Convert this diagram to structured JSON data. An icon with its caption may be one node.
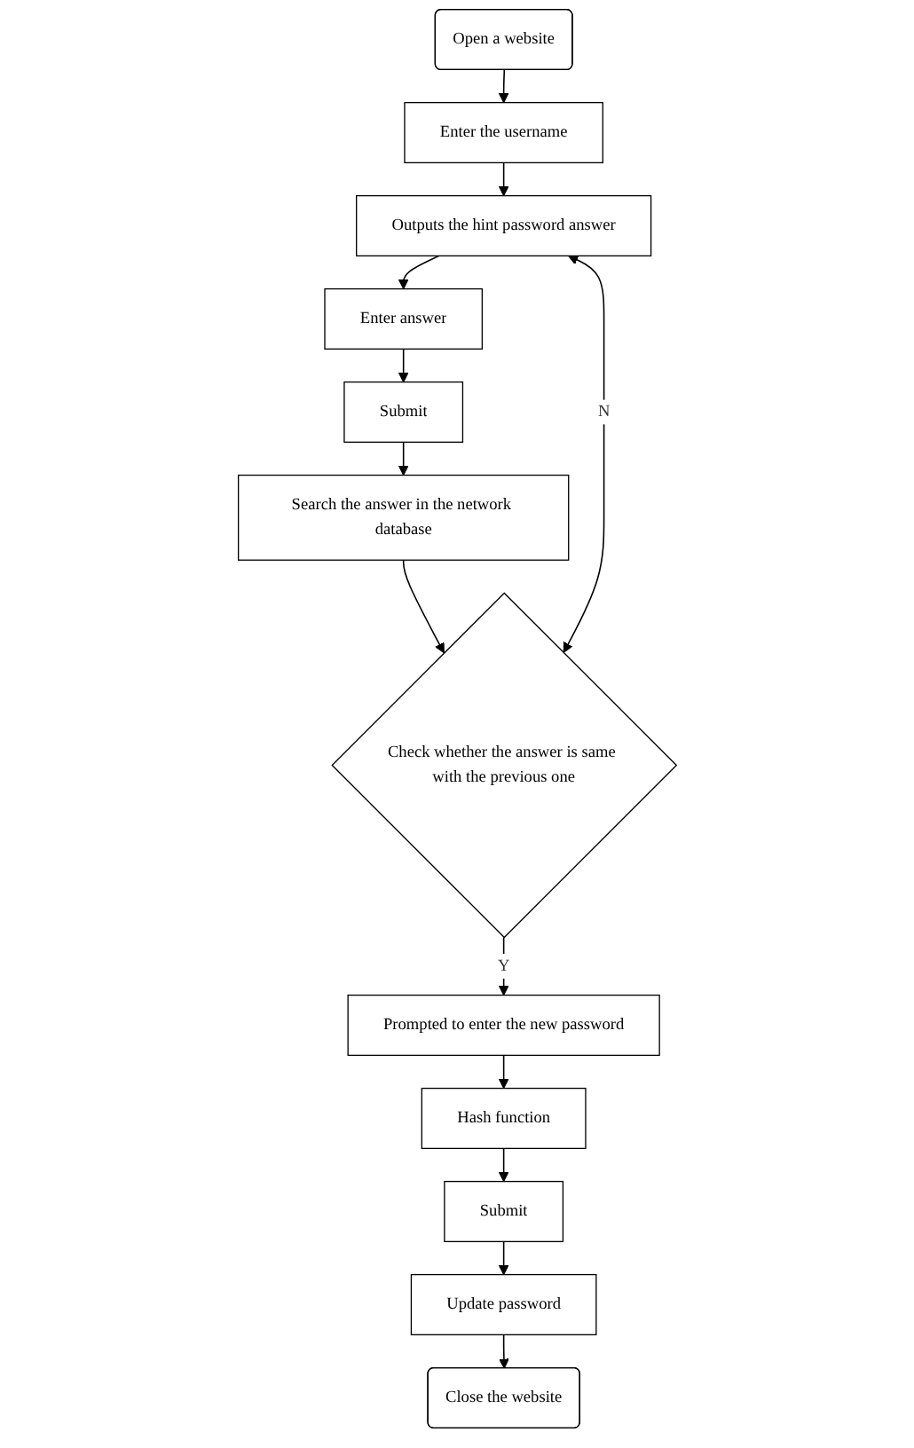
{
  "diagram": {
    "nodes": [
      {
        "text": [
          "Open a website"
        ]
      },
      {
        "text": [
          "Enter the username"
        ]
      },
      {
        "text": [
          "Outputs the hint password answer"
        ]
      },
      {
        "text": [
          "Enter answer"
        ]
      },
      {
        "text": [
          "Submit"
        ]
      },
      {
        "text": [
          "Search the answer in the network database"
        ]
      },
      {
        "text": [
          "Check whether the answer is same with the previous one"
        ]
      },
      {
        "text": [
          "Prompted to enter the new password"
        ]
      },
      {
        "text": [
          "Hash function"
        ]
      },
      {
        "text": [
          "Submit"
        ]
      },
      {
        "text": [
          "Update password"
        ]
      },
      {
        "text": [
          "Close the website"
        ]
      }
    ],
    "edges": [
      {
        "from": 0,
        "to": 1,
        "arrow": "to"
      },
      {
        "from": 1,
        "to": 2,
        "arrow": "to"
      },
      {
        "from": 2,
        "to": 3,
        "arrow": "to"
      },
      {
        "from": 3,
        "to": 4,
        "arrow": "to"
      },
      {
        "from": 4,
        "to": 5,
        "arrow": "to"
      },
      {
        "from": 5,
        "to": 6,
        "arrow": "to"
      },
      {
        "from": 6,
        "to": 7,
        "arrow": "to",
        "label": "Y"
      },
      {
        "from": 6,
        "to": 2,
        "arrow": "both",
        "label": "N"
      },
      {
        "from": 7,
        "to": 8,
        "arrow": "to"
      },
      {
        "from": 8,
        "to": 9,
        "arrow": "to"
      },
      {
        "from": 9,
        "to": 10,
        "arrow": "to"
      },
      {
        "from": 10,
        "to": 11,
        "arrow": "to"
      }
    ]
  }
}
